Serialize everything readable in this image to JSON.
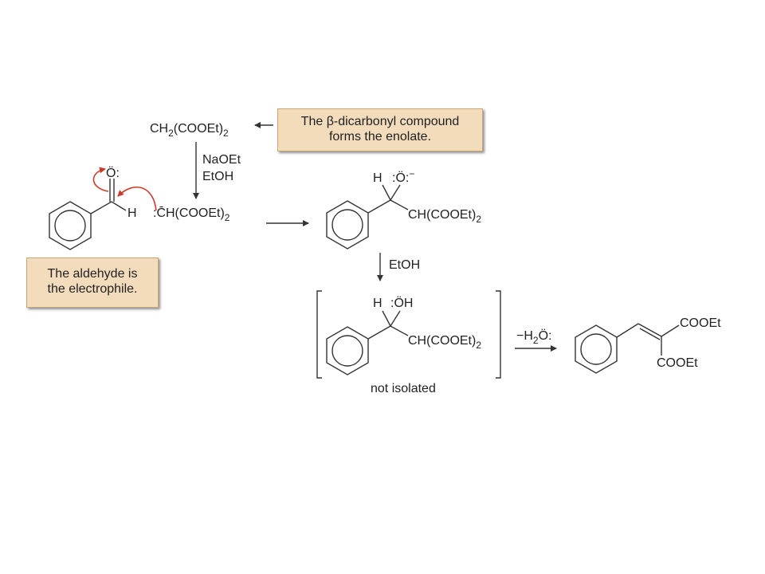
{
  "callouts": {
    "enolate": {
      "line1": "The β-dicarbonyl compound",
      "line2": "forms the enolate."
    },
    "aldehyde": {
      "line1": "The aldehyde is",
      "line2": "the electrophile."
    }
  },
  "reagents": {
    "malonate": {
      "main": "CH",
      "sub1": "2",
      "group": "(COOEt)",
      "sub2": "2"
    },
    "base": {
      "line1": "NaOEt",
      "line2": "EtOH"
    },
    "step2": "EtOH",
    "dehydration": {
      "prefix": "−H",
      "sub": "2",
      "suffix": "Ö:"
    }
  },
  "structures": {
    "aldehyde_o": "Ö:",
    "aldehyde_h": "H",
    "enolate": {
      "group": ":C̄H(COOEt)",
      "sub": "2"
    },
    "alkoxide": {
      "h": "H",
      "o": ":Ö:",
      "charge": "−",
      "group": "CH(COOEt)",
      "sub": "2"
    },
    "alcohol": {
      "h": "H",
      "oh": ":ÖH",
      "group": "CH(COOEt)",
      "sub": "2"
    },
    "product": {
      "ester_top": "COOEt",
      "ester_bottom": "COOEt"
    }
  },
  "labels": {
    "not_isolated": "not isolated"
  },
  "colors": {
    "arrow_curved": "#cc3a2a",
    "callout_bg": "#f2dcbc",
    "text": "#222222"
  }
}
